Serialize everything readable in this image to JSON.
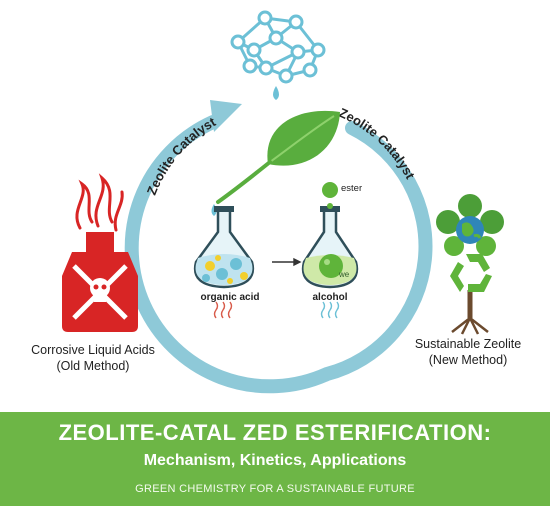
{
  "arc_labels": {
    "left": "Zeolite Catalyst",
    "right": "Zeolite Catalyst"
  },
  "left_panel": {
    "caption_line1": "Corrosive Liquid Acids",
    "caption_line2": "(Old Method)"
  },
  "right_panel": {
    "caption_line1": "Sustainable Zeolite",
    "caption_line2": "(New Method)"
  },
  "flasks": {
    "left_label": "organic acid",
    "right_label": "alcohol",
    "ester_label": "ester",
    "we_label": "we"
  },
  "banner": {
    "title": "ZEOLITE-CATAL ZED ESTERIFICATION:",
    "subtitle": "Mechanism, Kinetics, Applications",
    "tagline": "GREEN CHEMISTRY FOR A SUSTAINABLE FUTURE"
  },
  "colors": {
    "cycle_arrow": "#8ec9d8",
    "molecule": "#6cc0d6",
    "leaf": "#59ad3e",
    "danger_red": "#d82525",
    "banner_green": "#6db646"
  },
  "icons": [
    "zeolite-molecule-icon",
    "droplet-icon",
    "leaf-icon",
    "poison-bottle-icon",
    "earth-tree-icon",
    "recycle-icon",
    "sparkle-icon"
  ]
}
